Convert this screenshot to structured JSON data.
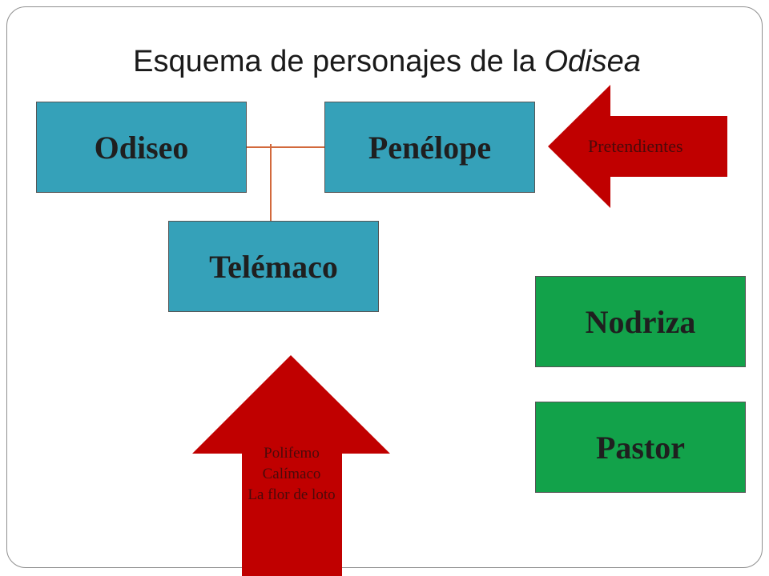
{
  "title": {
    "prefix": "Esquema de personajes de la ",
    "italic": "Odisea"
  },
  "nodes": {
    "odiseo": "Odiseo",
    "penelope": "Penélope",
    "telemaco": "Telémaco",
    "nodriza": "Nodriza",
    "pastor": "Pastor"
  },
  "arrows": {
    "pretendientes": "Pretendientes",
    "episodes": [
      "Polifemo",
      "Calímaco",
      "La flor de loto"
    ]
  },
  "colors": {
    "character_box": "#35a1b9",
    "servant_box": "#12a24a",
    "arrow": "#c00000",
    "connector": "#d2693c"
  }
}
